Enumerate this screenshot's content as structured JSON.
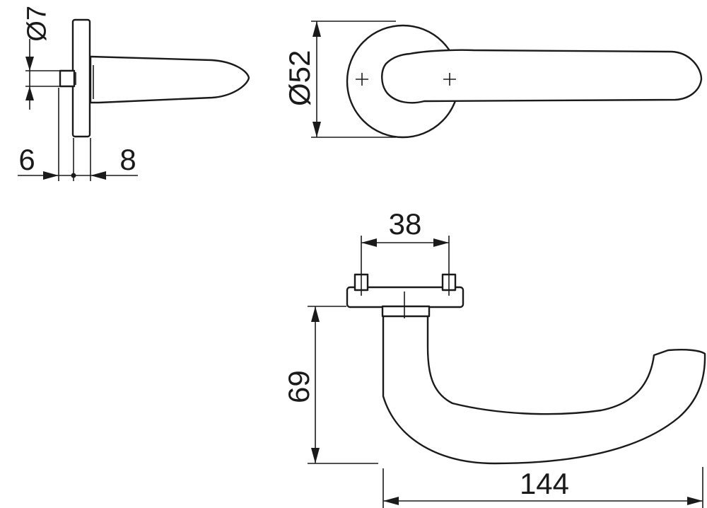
{
  "dimensions": {
    "spindle_diameter": "Ø7",
    "rose_offset_left": "6",
    "rose_offset_right": "8",
    "rose_diameter": "Ø52",
    "fixing_distance": "38",
    "lever_height": "69",
    "lever_length": "144"
  }
}
